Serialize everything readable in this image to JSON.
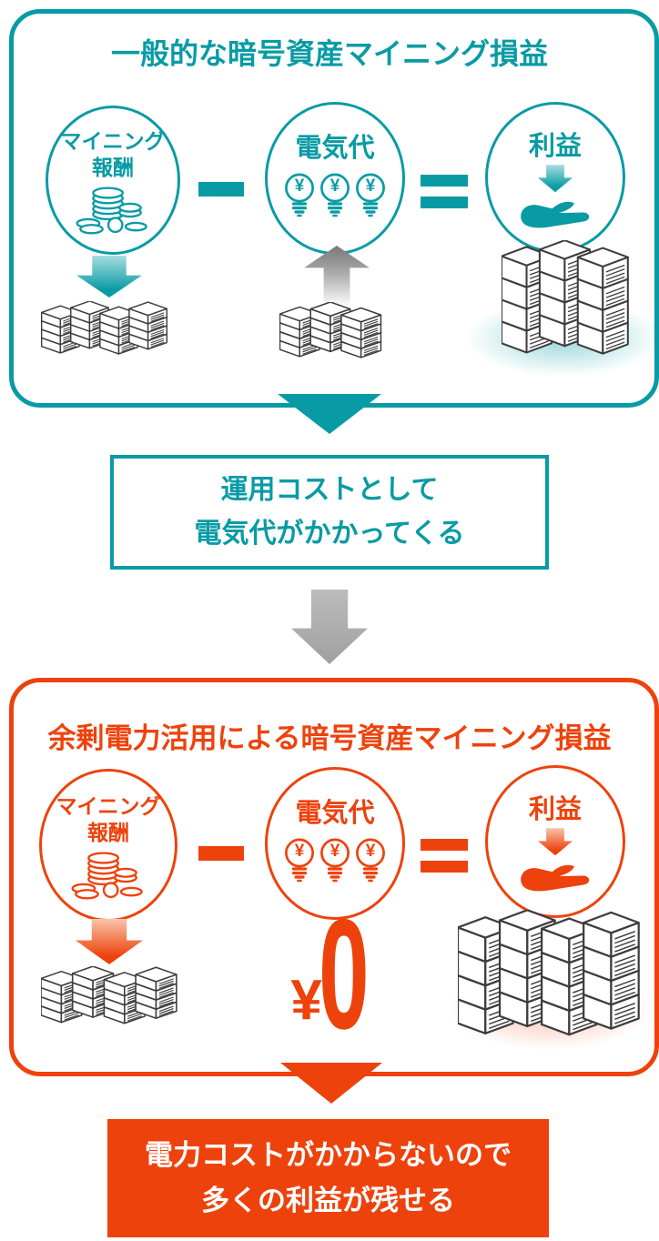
{
  "colors": {
    "teal": "#089BA5",
    "orange": "#EE420C",
    "stack_outline": "#3d3d3d",
    "arrow_gray": "#ababab"
  },
  "icons": {
    "yen_symbol": "¥"
  },
  "section_general": {
    "title": "一般的な暗号資産マイニング損益",
    "operator_minus": "−",
    "operator_equals": "=",
    "circle_mining_reward": {
      "line1": "マイニング",
      "line2": "報酬",
      "icon": "coin-stack-icon"
    },
    "circle_electricity": {
      "label": "電気代",
      "icon": "yen-bulbs-icon"
    },
    "circle_profit": {
      "label": "利益",
      "icon": "hand-receive-icon"
    }
  },
  "callout_cost": {
    "line1": "運用コストとして",
    "line2": "電気代がかかってくる"
  },
  "section_surplus": {
    "title": "余剰電力活用による暗号資産マイニング損益",
    "operator_minus": "−",
    "operator_equals": "=",
    "circle_mining_reward": {
      "line1": "マイニング",
      "line2": "報酬",
      "icon": "coin-stack-icon"
    },
    "circle_electricity": {
      "label": "電気代",
      "icon": "yen-bulbs-icon"
    },
    "circle_profit": {
      "label": "利益",
      "icon": "hand-receive-icon"
    },
    "electricity_cost": {
      "currency": "¥",
      "amount": "0"
    }
  },
  "callout_result": {
    "line1": "電力コストがかからないので",
    "line2": "多くの利益が残せる"
  }
}
